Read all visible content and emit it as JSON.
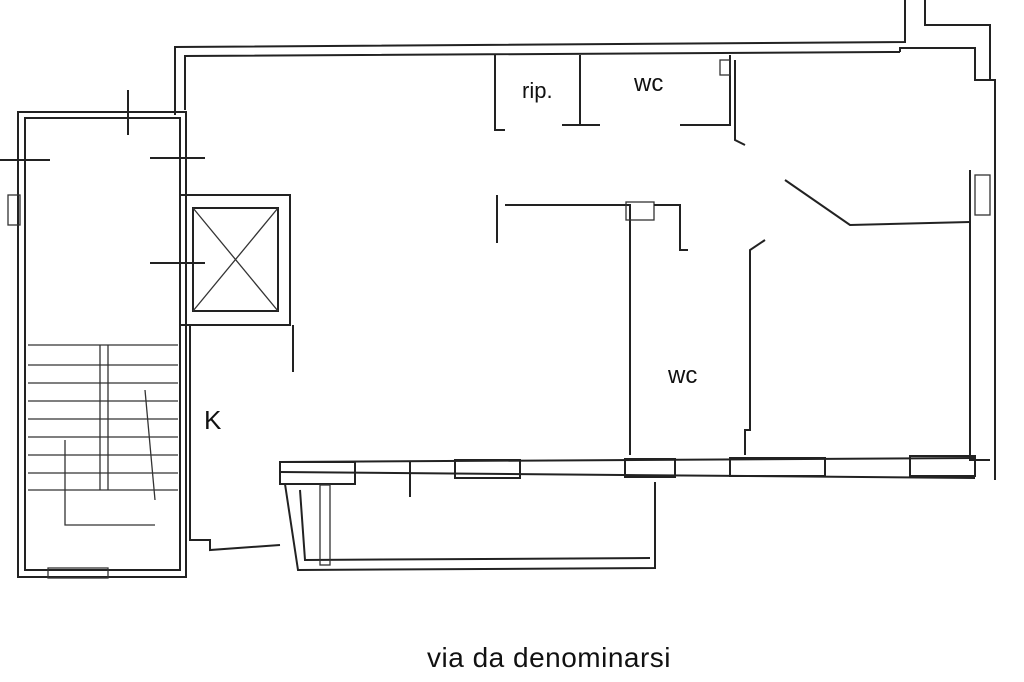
{
  "title": "Floor plan",
  "rooms": {
    "storage": "rip.",
    "wc_top": "wc",
    "wc_middle": "wc",
    "kitchen": "K"
  },
  "street_label": "via da denominarsi",
  "colors": {
    "line": "#222222",
    "background": "#ffffff"
  }
}
